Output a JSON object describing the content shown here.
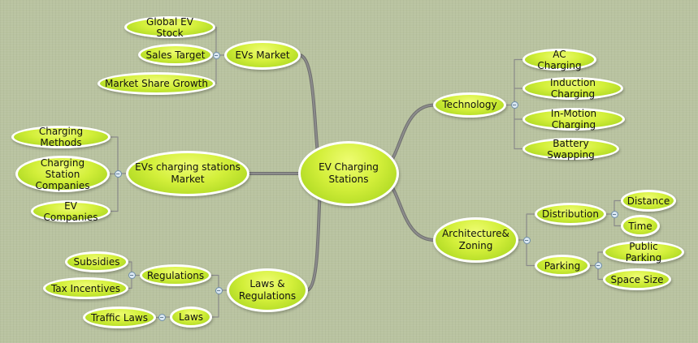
{
  "mindmap": {
    "center": {
      "id": "center",
      "label": "EV Charging\nStations"
    },
    "nodes": [
      {
        "id": "evs-market",
        "label": "EVs Market",
        "parent": "center"
      },
      {
        "id": "global-ev-stock",
        "label": "Global EV Stock",
        "parent": "evs-market"
      },
      {
        "id": "sales-target",
        "label": "Sales Target",
        "parent": "evs-market"
      },
      {
        "id": "market-share-growth",
        "label": "Market Share Growth",
        "parent": "evs-market"
      },
      {
        "id": "evs-charging-stations-market",
        "label": "EVs charging stations\nMarket",
        "parent": "center"
      },
      {
        "id": "charging-methods",
        "label": "Charging Methods",
        "parent": "evs-charging-stations-market"
      },
      {
        "id": "charging-station-companies",
        "label": "Charging Station\nCompanies",
        "parent": "evs-charging-stations-market"
      },
      {
        "id": "ev-companies",
        "label": "EV Companies",
        "parent": "evs-charging-stations-market"
      },
      {
        "id": "laws-regulations",
        "label": "Laws &\nRegulations",
        "parent": "center"
      },
      {
        "id": "regulations",
        "label": "Regulations",
        "parent": "laws-regulations"
      },
      {
        "id": "subsidies",
        "label": "Subsidies",
        "parent": "regulations"
      },
      {
        "id": "tax-incentives",
        "label": "Tax Incentives",
        "parent": "regulations"
      },
      {
        "id": "laws",
        "label": "Laws",
        "parent": "laws-regulations"
      },
      {
        "id": "traffic-laws",
        "label": "Traffic Laws",
        "parent": "laws"
      },
      {
        "id": "technology",
        "label": "Technology",
        "parent": "center"
      },
      {
        "id": "ac-charging",
        "label": "AC Charging",
        "parent": "technology"
      },
      {
        "id": "induction-charging",
        "label": "Induction Charging",
        "parent": "technology"
      },
      {
        "id": "in-motion-charging",
        "label": "In-Motion Charging",
        "parent": "technology"
      },
      {
        "id": "battery-swapping",
        "label": "Battery Swapping",
        "parent": "technology"
      },
      {
        "id": "architecture-zoning",
        "label": "Architecture&\nZoning",
        "parent": "center"
      },
      {
        "id": "distribution",
        "label": "Distribution",
        "parent": "architecture-zoning"
      },
      {
        "id": "distance",
        "label": "Distance",
        "parent": "distribution"
      },
      {
        "id": "time",
        "label": "Time",
        "parent": "distribution"
      },
      {
        "id": "parking",
        "label": "Parking",
        "parent": "architecture-zoning"
      },
      {
        "id": "public-parking",
        "label": "Public Parking",
        "parent": "parking"
      },
      {
        "id": "space-size",
        "label": "Space Size",
        "parent": "parking"
      }
    ],
    "collapse_symbol": "−"
  }
}
